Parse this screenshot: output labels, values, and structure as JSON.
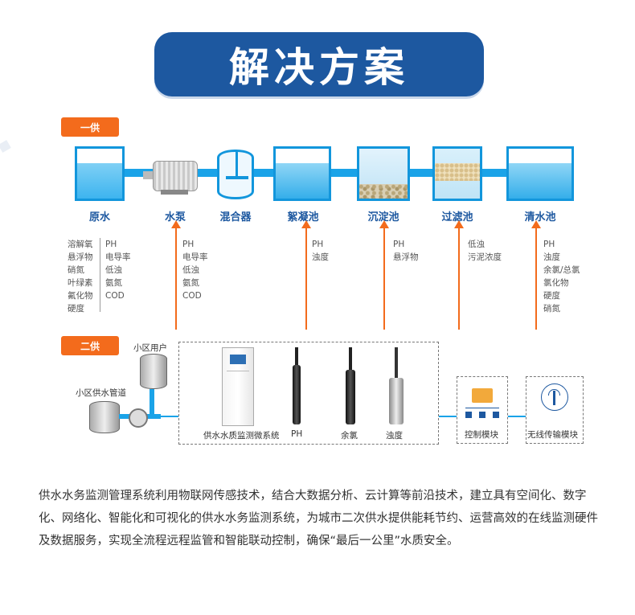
{
  "header": {
    "title": "解决方案"
  },
  "section1": {
    "tag": "一供"
  },
  "section2": {
    "tag": "二供"
  },
  "stages": [
    {
      "label": "原水",
      "params_left": [
        "溶解氧",
        "悬浮物",
        "硝氮",
        "叶绿素",
        "氟化物",
        "硬度"
      ],
      "params_right": [
        "PH",
        "电导率",
        "低浊",
        "氨氮",
        "COD"
      ]
    },
    {
      "label": "水泵",
      "params": [
        "PH",
        "电导率",
        "低浊",
        "氨氮",
        "COD"
      ]
    },
    {
      "label": "混合器",
      "params": []
    },
    {
      "label": "絮凝池",
      "params": [
        "PH",
        "浊度"
      ]
    },
    {
      "label": "沉淀池",
      "params": [
        "PH",
        "悬浮物"
      ]
    },
    {
      "label": "过滤池",
      "params": [
        "低浊",
        "污泥浓度"
      ]
    },
    {
      "label": "清水池",
      "params": [
        "PH",
        "浊度",
        "余氯/总氯",
        "氯化物",
        "硬度",
        "硝氮"
      ]
    }
  ],
  "secondary": {
    "user_tank": "小区用户",
    "pipe_tank": "小区供水管道",
    "devices": [
      "供水水质监测微系统",
      "PH",
      "余氯",
      "浊度"
    ],
    "control": "控制模块",
    "wireless": "无线传输模块"
  },
  "description": "供水水务监测管理系统利用物联网传感技术，结合大数据分析、云计算等前沿技术，建立具有空间化、数字化、网络化、智能化和可视化的供水水务监测系统，为城市二次供水提供能耗节约、运营高效的在线监测硬件及数据服务，实现全流程远程监管和智能联动控制，确保“最后一公里”水质安全。",
  "colors": {
    "brand": "#1d58a0",
    "accent": "#f36b1c",
    "water": "#1aa3e8"
  }
}
